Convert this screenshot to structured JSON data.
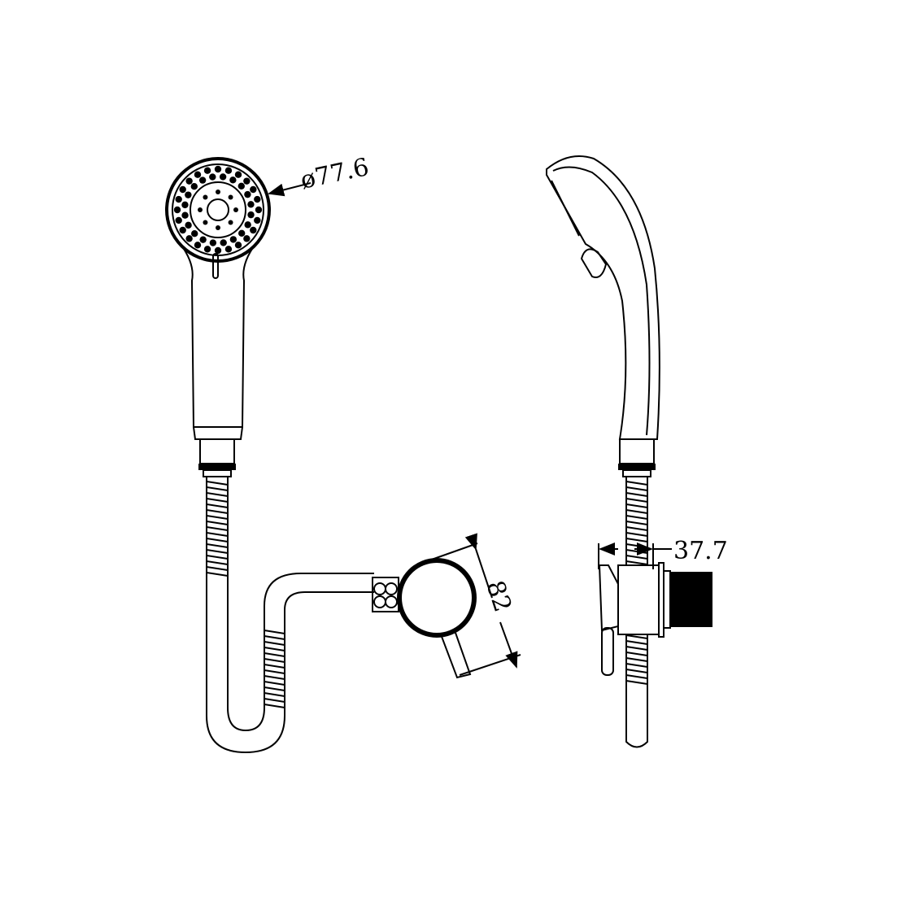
{
  "dimensions": {
    "head_diameter": "ø77.6",
    "bracket_height": "82",
    "bracket_depth": "37.7"
  },
  "colors": {
    "line": "#000000",
    "background": "#ffffff"
  }
}
